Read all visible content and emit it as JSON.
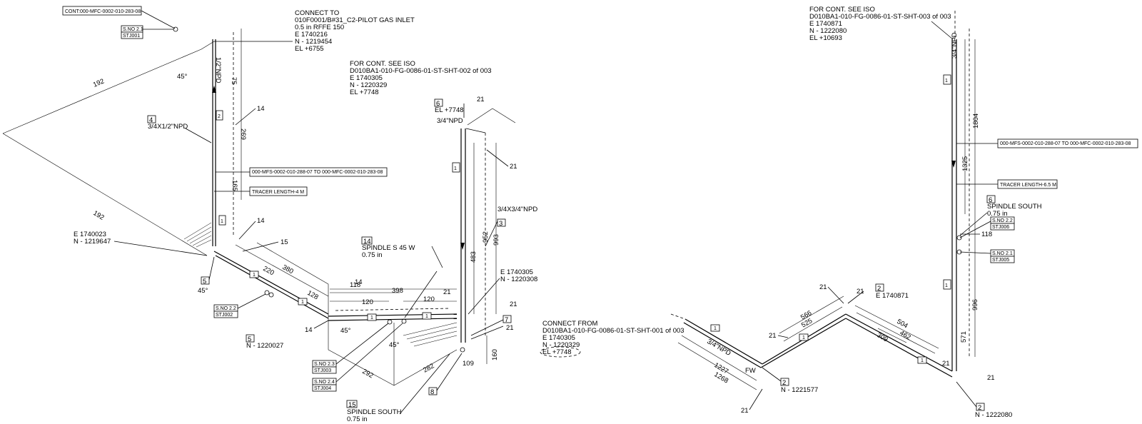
{
  "left": {
    "cont_ref": "CONT:000-MFC-0002-010-283-08",
    "sno_2_1": "S.NO 2.1",
    "stj001": "STJ001",
    "connect_to": [
      "CONNECT TO",
      "010F0001/B#31_C2-PILOT GAS INLET",
      "0.5 in RFFE 150",
      "E 1740216",
      "N - 1219454",
      "EL +6755"
    ],
    "dim_192_top": "192",
    "dim_192_bottom": "192",
    "angle_45_top": "45°",
    "npd_half": "1/2\"NPD",
    "dim_75": "75",
    "dim_269": "269",
    "dim_165": "165",
    "dim_14_a": "14",
    "dim_14_b": "14",
    "dim_14_c": "14",
    "dim_14_d": "14",
    "dim_15": "15",
    "callout_4": "4",
    "reducer_4": "3/4X1/2\"NPD",
    "line_ref_1": "000-MFS-0002-010-288-07  TO 000-MFC-0002-010-283-08",
    "tracer_1": "TRACER LENGTH-4 M",
    "coord_e1": "E 1740023",
    "coord_n1": "N - 1219647",
    "callout_5a": "5",
    "angle_45_b": "45°",
    "sno_2_2": "S.NO 2.2",
    "stj002": "STJ002",
    "callout_5b": "5",
    "n_1220027": "N - 1220027",
    "dim_220": "220",
    "dim_380": "380",
    "dim_128": "128",
    "dim_118": "118",
    "dim_398": "398",
    "dim_120a": "120",
    "dim_120b": "120",
    "dim_21_a": "21",
    "angle_45_c": "45°",
    "angle_45_d": "45°",
    "sno_2_3": "S.NO 2.3",
    "stj003": "STJ003",
    "sno_2_4": "S.NO 2.4",
    "stj004": "STJ004",
    "dim_282": "282",
    "dim_292": "292",
    "callout_15": "15",
    "spindle_south_l": [
      "SPINDLE SOUTH",
      "0.75 in"
    ],
    "callout_14": "14",
    "spindle_s45w": [
      "SPINDLE S 45 W",
      "0.75 in"
    ],
    "for_cont_1": [
      "FOR CONT. SEE ISO",
      "D010BA1-010-FG-0086-01-ST-SHT-002 of 003",
      "E 1740305",
      "N - 1220329",
      "EL +7748"
    ],
    "callout_6": "6",
    "el_7748": "EL +7748",
    "npd_34": "3/4\"NPD",
    "dim_21_b": "21",
    "dim_21_c": "21",
    "callout_3": "3",
    "reducer_3": "3/4X3/4\"NPD",
    "dim_483": "483",
    "dim_952": "952",
    "dim_993": "993",
    "coord_e2": "E 1740305",
    "coord_n2": "N - 1220308",
    "dim_21_d": "21",
    "callout_7": "7",
    "dim_21_e": "21",
    "dim_109": "109",
    "dim_160": "160",
    "callout_8": "8",
    "pipe_1": "1"
  },
  "middle": {
    "connect_from": [
      "CONNECT FROM",
      "D010BA1-010-FG-0086-01-ST-SHT-001 of 003",
      "E 1740305",
      "N - 1220329",
      "EL +7748"
    ]
  },
  "right": {
    "for_cont_2": [
      "FOR CONT. SEE ISO",
      "D010BA1-010-FG-0086-01-ST-SHT-003 of 003",
      "E 1740871",
      "N - 1222080",
      "EL +10693"
    ],
    "npd_34_v": "3/4\"NPD",
    "dim_1804": "1804",
    "dim_1325": "1325",
    "line_ref_2": "000-MFS-0002-010-288-07  TO 000-MFC-0002-010-283-08",
    "tracer_2": "TRACER LENGTH-6.5 M",
    "callout_6": "6",
    "spindle_south": [
      "SPINDLE SOUTH",
      "0.75 in"
    ],
    "sno_2_2": "S.NO 2.2",
    "stj006": "STJ006",
    "dim_118": "118",
    "sno_2_1": "S.NO 2.1",
    "stj005": "STJ005",
    "dim_996": "996",
    "dim_571": "571",
    "dim_21_a": "21",
    "dim_21_b": "21",
    "dim_21_c": "21",
    "dim_21_d": "21",
    "dim_21_e": "21",
    "dim_21_f": "21",
    "callout_2a": "2",
    "e_1740871": "E 1740871",
    "dim_566": "566",
    "dim_525": "525",
    "dim_504": "504",
    "dim_462": "462",
    "dim_309": "309",
    "npd_34_d": "3/4\"NPD",
    "dim_1227": "1227",
    "dim_1268": "1268",
    "fw": "FW",
    "callout_2b": "2",
    "n_1221577": "N - 1221577",
    "callout_2c": "2",
    "n_1222080": "N - 1222080",
    "pipe_1": "1"
  }
}
